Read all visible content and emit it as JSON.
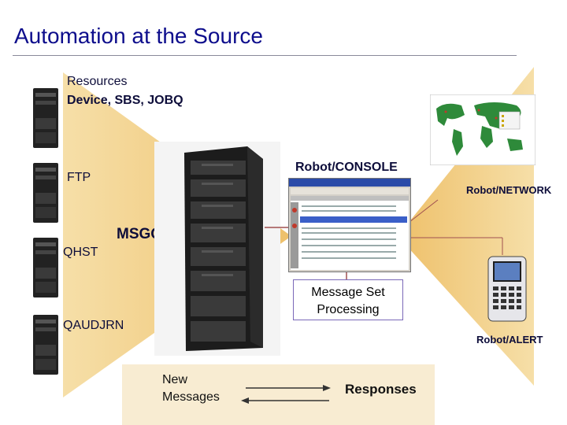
{
  "title": "Automation at the Source",
  "sources": {
    "resources_title": "Resources",
    "resources_sub": "Device, SBS, JOBQ",
    "ftp": "FTP",
    "msgq": "MSGQ",
    "qhst": "QHST",
    "qaudjrn": "QAUDJRN"
  },
  "robots": {
    "console": "Robot/CONSOLE",
    "network": "Robot/NETWORK",
    "alert": "Robot/ALERT"
  },
  "processing": {
    "line1": "Message Set",
    "line2": "Processing"
  },
  "messages": {
    "new_line1": "New",
    "new_line2": "Messages",
    "responses": "Responses"
  },
  "colors": {
    "title": "#0d0d8c",
    "wedge": "#f3cf86",
    "connector": "#a05050",
    "message_box": "#f8ecd2"
  }
}
